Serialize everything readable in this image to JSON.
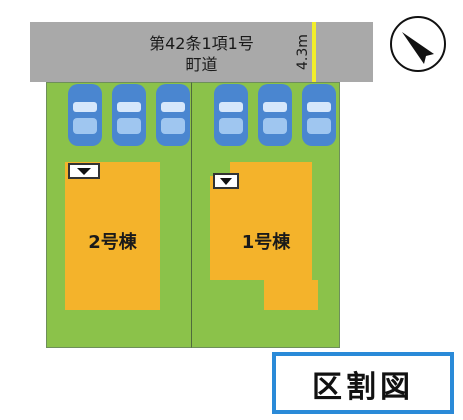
{
  "road": {
    "line1": "第42条1項1号",
    "line2": "町道",
    "width_label": "4.3m"
  },
  "buildings": {
    "left_label": "2号棟",
    "right_label": "1号棟"
  },
  "title": "区割図",
  "icons": {
    "north": "north-arrow-icon",
    "car": "car-icon",
    "entrance": "entrance-marker-icon"
  },
  "colors": {
    "road": "#a9a9a9",
    "lot": "#8bc24a",
    "building": "#f4b32b",
    "width_marker": "#f2ee2a",
    "title_border": "#2a8ad8",
    "car": "#4a86d0"
  }
}
